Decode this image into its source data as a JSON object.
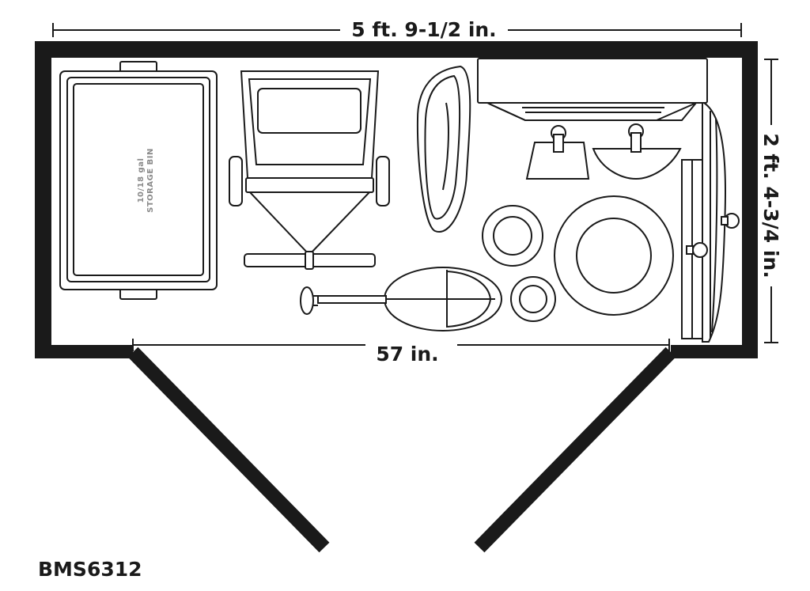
{
  "dimensions": {
    "width_label": "5 ft. 9-1/2 in.",
    "depth_label": "2 ft. 4-3/4 in.",
    "door_opening_label": "57 in."
  },
  "storage_bin": {
    "line1": "10/18 gal",
    "line2": "STORAGE BIN"
  },
  "model_number": "BMS6312"
}
